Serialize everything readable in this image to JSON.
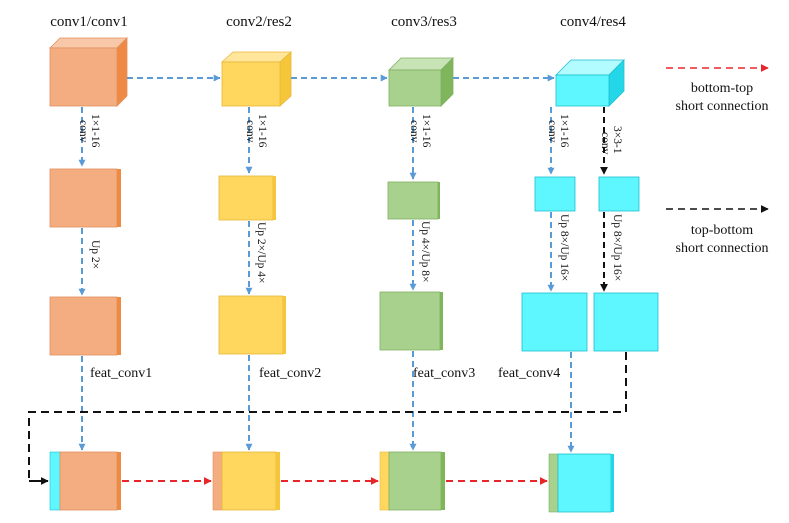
{
  "colors": {
    "orange": "#F4AD80",
    "yellow": "#FFD75F",
    "green": "#A9D18E",
    "cyan": "#5EF7FF",
    "bottom_top_arrow": "#E8262A",
    "top_bottom_arrow": "#111111",
    "conv_arrow": "#5B9BD5"
  },
  "headers": [
    "conv1/conv1",
    "conv2/res2",
    "conv3/res3",
    "conv4/res4"
  ],
  "conv_labels": {
    "c1": "1×1-16\nconv",
    "c2": "1×1-16\nconv",
    "c3": "1×1-16\nconv",
    "c4a": "1×1-16\nconv",
    "c4b": "3×3-1\nconv"
  },
  "up_labels": {
    "c1": "Up 2×",
    "c2": "Up 2×/Up 4×",
    "c3": "Up 4×/Up 8×",
    "c4a": "Up 8×/Up 16×",
    "c4b": "Up 8×/Up 16×"
  },
  "feat_labels": [
    "feat_conv1",
    "feat_conv2",
    "feat_conv3",
    "feat_conv4"
  ],
  "legend": {
    "bottom_top": [
      "bottom-top",
      "short connection"
    ],
    "top_bottom": [
      "top-bottom",
      "short connection"
    ]
  }
}
